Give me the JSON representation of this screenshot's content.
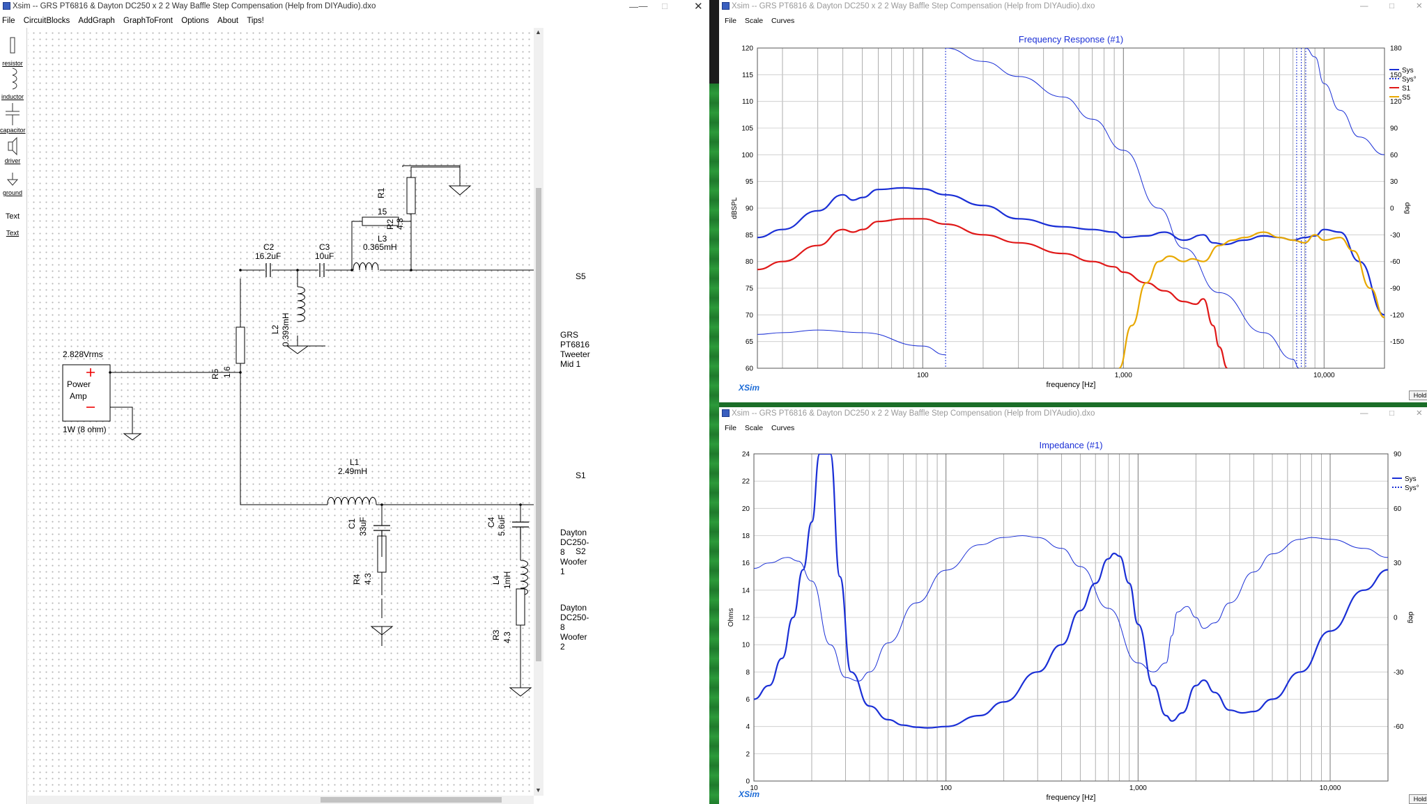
{
  "left_window": {
    "title": "Xsim -- GRS PT6816 & Dayton DC250 x 2 2 Way Baffle Step Compensation (Help from DIYAudio).dxo",
    "menu": [
      "File",
      "CircuitBlocks",
      "AddGraph",
      "GraphToFront",
      "Options",
      "About",
      "Tips!"
    ],
    "toolbox": [
      {
        "label": "resistor",
        "icon": "resistor-icon"
      },
      {
        "label": "inductor",
        "icon": "inductor-icon"
      },
      {
        "label": "capacitor",
        "icon": "capacitor-icon"
      },
      {
        "label": "driver",
        "icon": "driver-icon"
      },
      {
        "label": "ground",
        "icon": "ground-icon"
      },
      {
        "label": "Text",
        "icon": "text-tool"
      },
      {
        "label": "Text",
        "icon": "text-link"
      }
    ],
    "schematic": {
      "amp": {
        "voltage": "2.828Vrms",
        "name_line1": "Power",
        "name_line2": "Amp",
        "power": "1W (8 ohm)"
      },
      "components": [
        {
          "ref": "C2",
          "value": "16.2uF"
        },
        {
          "ref": "C3",
          "value": "10uF"
        },
        {
          "ref": "L3",
          "value": "0.365mH"
        },
        {
          "ref": "R1",
          "value": "15"
        },
        {
          "ref": "R2",
          "value": "4.3"
        },
        {
          "ref": "L2",
          "value": "0.393mH"
        },
        {
          "ref": "R5",
          "value": "1.6"
        },
        {
          "ref": "L1",
          "value": "2.49mH"
        },
        {
          "ref": "C1",
          "value": "33uF"
        },
        {
          "ref": "R4",
          "value": "4.3"
        },
        {
          "ref": "C4",
          "value": "5.6uF"
        },
        {
          "ref": "L4",
          "value": "1mH"
        },
        {
          "ref": "R3",
          "value": "4.3"
        }
      ],
      "drivers": [
        {
          "ref": "S5",
          "name": "GRS PT6816 Tweeter Mid 1"
        },
        {
          "ref": "S1",
          "name": "Dayton DC250-8 Woofer 1"
        },
        {
          "ref": "S2",
          "name": "Dayton DC250-8 Woofer 2"
        }
      ]
    }
  },
  "graph_freq": {
    "window_title": "Xsim -- GRS PT6816 & Dayton DC250 x 2 2 Way Baffle Step Compensation (Help from DIYAudio).dxo",
    "menu": [
      "File",
      "Scale",
      "Curves"
    ],
    "hold_label": "Hold",
    "brand": "XSim",
    "chart_data": {
      "type": "line",
      "title": "Frequency Response (#1)",
      "xlabel": "frequency [Hz]",
      "ylabel": "dBSPL",
      "y2label": "deg",
      "xscale": "log",
      "xlim": [
        15,
        20000
      ],
      "ylim": [
        60,
        120
      ],
      "y2lim": [
        -180,
        180
      ],
      "x_ticks": [
        "100",
        "1,000",
        "10,000"
      ],
      "y_ticks": [
        "120",
        "115",
        "110",
        "105",
        "100",
        "95",
        "90",
        "85",
        "80",
        "75",
        "70",
        "65",
        "60"
      ],
      "y2_ticks": [
        "180",
        "150",
        "120",
        "90",
        "60",
        "30",
        "0",
        "-30",
        "-60",
        "-90",
        "-120",
        "-150"
      ],
      "legend_position": "right",
      "colors": {
        "Sys": "#1a2fd6",
        "Sys_phase": "#1a2fd6",
        "S1": "#e01818",
        "S5": "#e8a800"
      },
      "series": [
        {
          "name": "Sys",
          "axis": "left",
          "x": [
            15,
            20,
            30,
            40,
            45,
            50,
            60,
            80,
            100,
            130,
            200,
            300,
            500,
            700,
            900,
            1000,
            1300,
            1600,
            2000,
            2500,
            2800,
            3200,
            4000,
            5000,
            6000,
            7000,
            8000,
            9000,
            10000,
            12000,
            15000,
            20000
          ],
          "y": [
            84.5,
            86,
            89.5,
            92.5,
            91.5,
            92,
            93.5,
            93.8,
            93.6,
            92.5,
            90.5,
            88,
            86.5,
            86,
            85.5,
            84.5,
            84.8,
            85.5,
            84,
            85,
            83.5,
            83.2,
            84,
            84.8,
            84.5,
            84,
            84.5,
            84.8,
            86,
            85.5,
            80,
            70
          ]
        },
        {
          "name": "Sys°",
          "axis": "right",
          "x": [
            15,
            20,
            30,
            50,
            100,
            130
          ],
          "y": [
            -142,
            -140,
            -137,
            -140,
            -155,
            -165
          ]
        },
        {
          "name": "Sys°",
          "axis": "right",
          "x": [
            130,
            200,
            300,
            500,
            700,
            1000,
            1500,
            2000,
            3000,
            5000,
            7000,
            7500
          ],
          "y": [
            180,
            165,
            148,
            125,
            100,
            65,
            0,
            -45,
            -95,
            -140,
            -170,
            -180
          ]
        },
        {
          "name": "Sys°",
          "axis": "right",
          "x": [
            8100,
            9000,
            10000,
            12000,
            15000,
            20000
          ],
          "y": [
            180,
            170,
            140,
            110,
            80,
            60
          ]
        },
        {
          "name": "S1",
          "axis": "left",
          "x": [
            15,
            20,
            30,
            40,
            45,
            50,
            60,
            80,
            100,
            130,
            200,
            300,
            500,
            700,
            900,
            1000,
            1300,
            1600,
            2000,
            2300,
            2500,
            2800,
            3000,
            3300
          ],
          "y": [
            78.5,
            80,
            83,
            86,
            85.5,
            86,
            87.5,
            88,
            88,
            87,
            85,
            83.5,
            81.5,
            80,
            79,
            78,
            76,
            74.5,
            72.5,
            72,
            73,
            68,
            64,
            60
          ]
        },
        {
          "name": "S5",
          "axis": "left",
          "x": [
            950,
            1100,
            1300,
            1500,
            1700,
            2000,
            2200,
            2500,
            3000,
            3500,
            4000,
            5000,
            6000,
            7000,
            8000,
            9000,
            10000,
            12000,
            14000,
            17000,
            20000
          ],
          "y": [
            60,
            68,
            76,
            80,
            81,
            80,
            80.5,
            80,
            83,
            84,
            84.5,
            85.5,
            84.5,
            84,
            83.5,
            85,
            84,
            84.5,
            82,
            75,
            69.5
          ]
        }
      ]
    }
  },
  "graph_imp": {
    "window_title": "Xsim -- GRS PT6816 & Dayton DC250 x 2 2 Way Baffle Step Compensation (Help from DIYAudio).dxo",
    "menu": [
      "File",
      "Scale",
      "Curves"
    ],
    "hold_label": "Hold",
    "brand": "XSim",
    "chart_data": {
      "type": "line",
      "title": "Impedance (#1)",
      "xlabel": "frequency [Hz]",
      "ylabel": "Ohms",
      "y2label": "deg",
      "xscale": "log",
      "xlim": [
        10,
        20000
      ],
      "ylim": [
        0,
        24
      ],
      "y2lim": [
        -90,
        90
      ],
      "x_ticks": [
        "10",
        "100",
        "1,000",
        "10,000"
      ],
      "y_ticks": [
        "24",
        "22",
        "20",
        "18",
        "16",
        "14",
        "12",
        "10",
        "8",
        "6",
        "4",
        "2",
        "0"
      ],
      "y2_ticks": [
        "90",
        "60",
        "30",
        "0",
        "-30",
        "-60"
      ],
      "legend_position": "right",
      "colors": {
        "Sys": "#1a2fd6",
        "Sys_phase": "#1a2fd6"
      },
      "series": [
        {
          "name": "Sys",
          "axis": "left",
          "x": [
            10,
            12,
            14,
            16,
            18,
            20,
            22,
            25,
            28,
            32,
            40,
            50,
            60,
            70,
            80,
            100,
            150,
            200,
            300,
            400,
            500,
            600,
            700,
            750,
            800,
            900,
            1000,
            1200,
            1400,
            1500,
            1700,
            2000,
            2200,
            2500,
            3000,
            3500,
            4000,
            5000,
            7000,
            10000,
            15000,
            20000
          ],
          "y": [
            6,
            7,
            9,
            12,
            15.5,
            19,
            24,
            24,
            15,
            8,
            5.5,
            4.5,
            4.1,
            3.95,
            3.9,
            4,
            4.8,
            5.8,
            8,
            10,
            12.5,
            14.5,
            16.3,
            16.7,
            16.5,
            14.5,
            11.5,
            7,
            4.8,
            4.4,
            5,
            7,
            7.4,
            6.5,
            5.2,
            5,
            5.1,
            6,
            8,
            11,
            14,
            15.5
          ]
        },
        {
          "name": "Sys°",
          "axis": "right",
          "x": [
            10,
            12,
            15,
            17,
            20,
            25,
            30,
            35,
            40,
            50,
            70,
            100,
            150,
            200,
            250,
            300,
            400,
            500,
            700,
            1000,
            1200,
            1400,
            1500,
            1600,
            1800,
            2000,
            2200,
            2500,
            3000,
            4000,
            5000,
            7000,
            8000,
            10000,
            15000,
            20000
          ],
          "y": [
            27,
            30,
            33,
            31,
            20,
            -15,
            -33,
            -35,
            -30,
            -14,
            8,
            26,
            40,
            44,
            45,
            44,
            38,
            28,
            5,
            -25,
            -30,
            -25,
            -10,
            3,
            6,
            0,
            -6,
            -3,
            8,
            25,
            35,
            43,
            44,
            43,
            38,
            33
          ]
        }
      ]
    }
  }
}
